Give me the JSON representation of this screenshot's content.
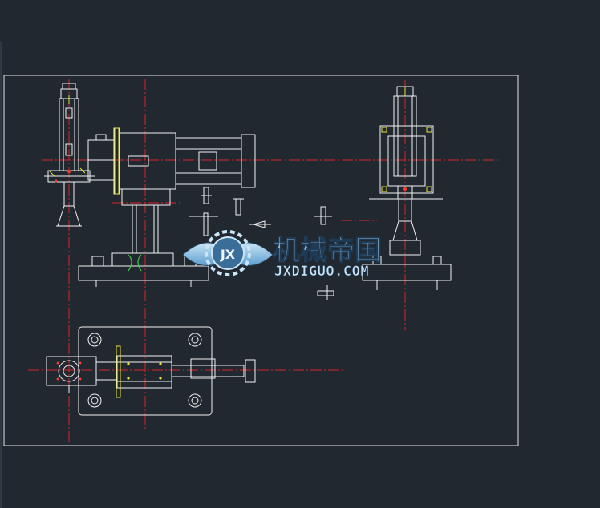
{
  "theme": {
    "background": "#212830",
    "frame": "#e6e6e6",
    "centerline": "#d8232a",
    "part": "#f2f2f2",
    "accent_yellow": "#e8e23a",
    "accent_green": "#3fc54a",
    "accent_red": "#ff3b30"
  },
  "watermark": {
    "title_cn": "机械帝国",
    "site": "JXDIGUO.COM",
    "emblem_letters": "JX",
    "color": "#8fc4e6"
  }
}
